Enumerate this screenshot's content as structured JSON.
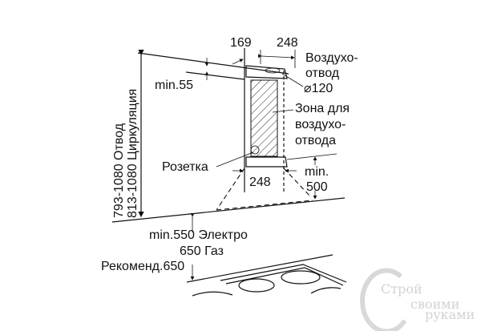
{
  "dimensions": {
    "width_top": "169",
    "depth_top": "248",
    "depth_bottom": "248",
    "min_top": "min.55",
    "min_bottom_label": "min.",
    "min_bottom_value": "500",
    "height_exhaust": "793-1080 Отвод",
    "height_recirc": "813-1080 Циркуляция",
    "duct_diameter": "⌀120"
  },
  "labels": {
    "exhaust_line1": "Воздухо-",
    "exhaust_line2": "отвод",
    "zone_line1": "Зона для",
    "zone_line2": "воздухо-",
    "zone_line3": "отвода",
    "socket": "Розетка",
    "min_electric": "min.550 Электро",
    "gas": "650 Газ",
    "recommended": "Рекоменд.650"
  },
  "watermark": {
    "brand": "Строй",
    "line2": "своими",
    "line3": "руками"
  }
}
